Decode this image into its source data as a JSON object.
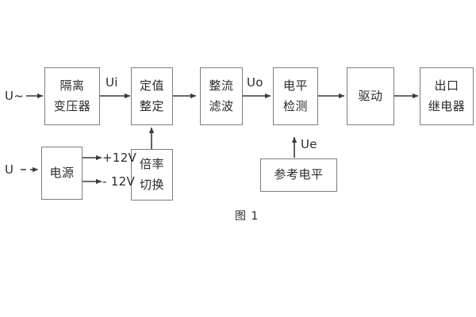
{
  "figure": {
    "caption": "图 1",
    "background_color": "#ffffff",
    "box_border_color": "#7d7d7d",
    "line_color": "#3a3a3a",
    "text_color": "#2b2b2b"
  },
  "blocks": {
    "isolation_transformer": {
      "line1": "隔离",
      "line2": "变压器"
    },
    "setpoint": {
      "line1": "定值",
      "line2": "整定"
    },
    "rectify_filter": {
      "line1": "整流",
      "line2": "滤波"
    },
    "level_detect": {
      "line1": "电平",
      "line2": "检测"
    },
    "drive": {
      "line1": "驱动"
    },
    "output_relay": {
      "line1": "出口",
      "line2": "继电器"
    },
    "power_supply": {
      "line1": "电源"
    },
    "multiplier_switch": {
      "line1": "倍率",
      "line2": "切换"
    },
    "reference_level": {
      "line1": "参考电平"
    }
  },
  "signals": {
    "input_ac": "U~",
    "ui": "Ui",
    "uo": "Uo",
    "ue": "Ue",
    "input_dc": "U",
    "rail_positive": "+12V",
    "rail_negative": "- 12V"
  }
}
